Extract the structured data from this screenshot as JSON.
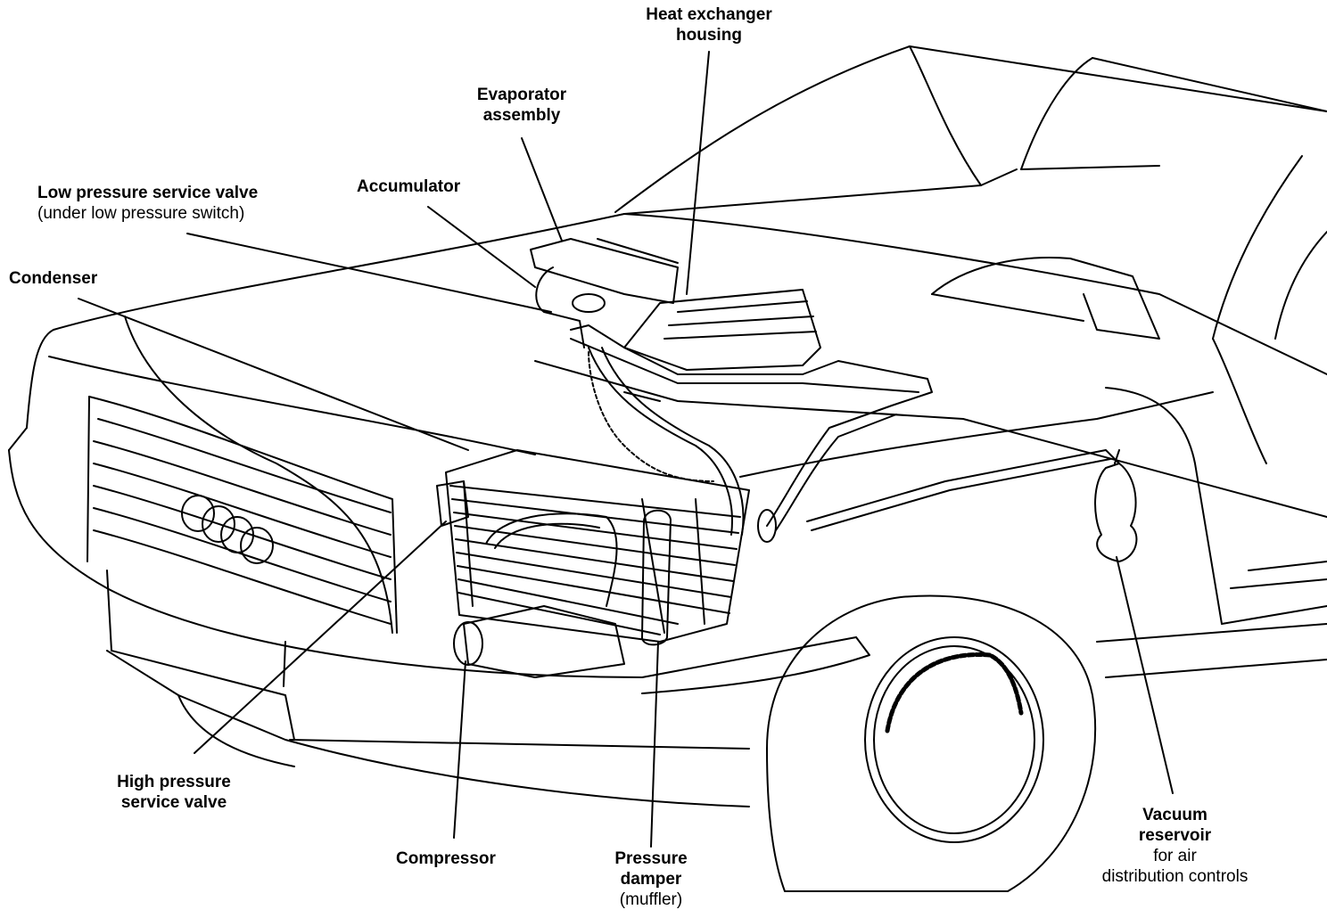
{
  "labels": {
    "heat_exchanger": {
      "line1": "Heat exchanger",
      "line2": "housing"
    },
    "evaporator": {
      "line1": "Evaporator",
      "line2": "assembly"
    },
    "accumulator": {
      "line1": "Accumulator"
    },
    "low_pressure_valve": {
      "line1": "Low pressure service valve",
      "line2": "(under low pressure switch)"
    },
    "condenser": {
      "line1": "Condenser"
    },
    "high_pressure_valve": {
      "line1": "High pressure",
      "line2": "service valve"
    },
    "compressor": {
      "line1": "Compressor"
    },
    "pressure_damper": {
      "line1": "Pressure",
      "line2": "damper",
      "line3": "(muffler)"
    },
    "vacuum_reservoir": {
      "line1": "Vacuum",
      "line2": "reservoir",
      "line3": "for air",
      "line4": "distribution controls"
    }
  },
  "colors": {
    "ink": "#000000",
    "paper": "#ffffff"
  }
}
